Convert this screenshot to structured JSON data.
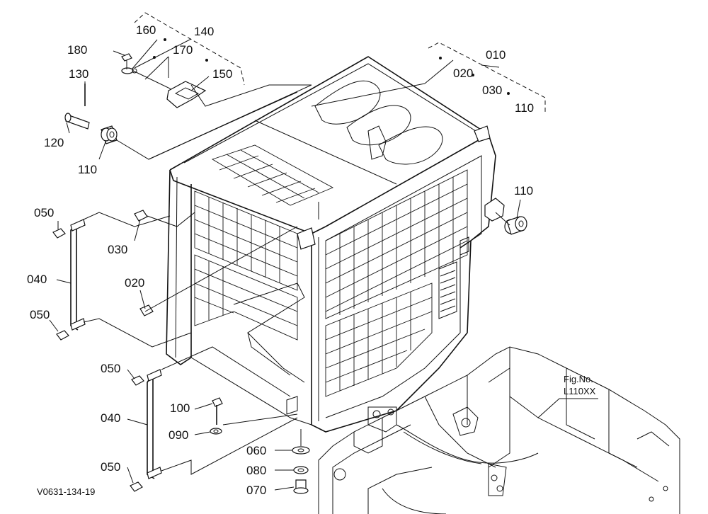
{
  "diagram": {
    "callouts": {
      "p010": "010",
      "p020_top": "020",
      "p030_top": "030",
      "p110_top": "110",
      "p140": "140",
      "p150": "150",
      "p160": "160",
      "p170": "170",
      "p180": "180",
      "p130": "130",
      "p120": "120",
      "p110_left": "110",
      "p110_right": "110",
      "p050_a": "050",
      "p030": "030",
      "p040_a": "040",
      "p020": "020",
      "p050_b": "050",
      "p050_c": "050",
      "p040_b": "040",
      "p050_d": "050",
      "p100": "100",
      "p090": "090",
      "p060": "060",
      "p080": "080",
      "p070": "070"
    },
    "fig_ref": {
      "line1": "Fig.No.",
      "line2": "L110XX"
    },
    "drawing_code": "V0631-134-19"
  }
}
